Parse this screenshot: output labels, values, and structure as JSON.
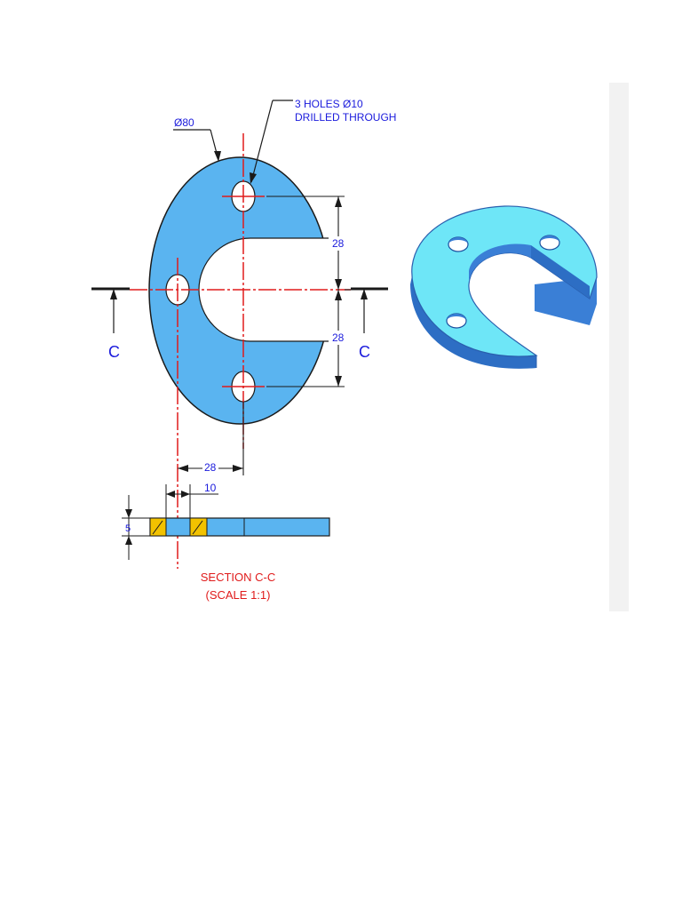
{
  "colors": {
    "part_fill": "#5ab4f0",
    "part_stroke": "#1a1a1a",
    "centerline": "#e01b1b",
    "dimension_text": "#1a1adc",
    "section_text": "#e01b1b",
    "hatch_fill": "#f2c200",
    "iso_top": "#6ee6f7",
    "iso_side": "#3a7fd6"
  },
  "labels": {
    "diameter_outer": "Ø80",
    "holes_line1": "3 HOLES  Ø10",
    "holes_line2": "DRILLED THROUGH",
    "dim_upper": "28",
    "dim_lower": "28",
    "dim_horizontal": "28",
    "dim_small": "10",
    "dim_thickness": "5",
    "section_left": "C",
    "section_right": "C",
    "section_title": "SECTION C-C",
    "section_scale": "(SCALE 1:1)"
  }
}
